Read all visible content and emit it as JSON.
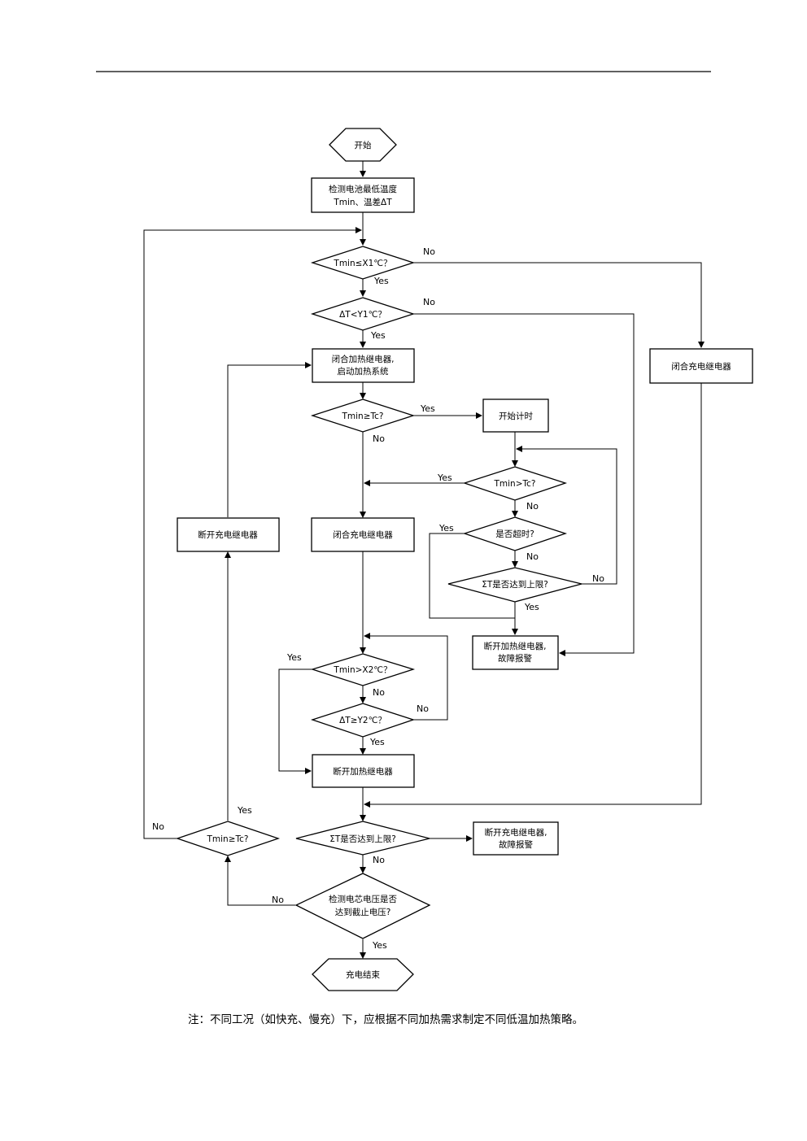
{
  "nodes": {
    "start": "开始",
    "detect": [
      "检测电池最低温度",
      "Tmin、温差ΔT"
    ],
    "q1": "Tmin≤X1℃？",
    "q2": "ΔT<Y1℃？",
    "closeHeat": [
      "闭合加热继电器,",
      "启动加热系统"
    ],
    "closeChargeRight": "闭合充电继电器",
    "q3": "Tmin≥Tc?",
    "timer": "开始计时",
    "q4": "Tmin>Tc?",
    "q5": "是否超时?",
    "q6": "ΣT是否达到上限?",
    "breakChargeLeft": "断开充电继电器",
    "closeChargeMid": "闭合充电继电器",
    "heatFault": [
      "断开加热继电器,",
      "故障报警"
    ],
    "q7": "Tmin>X2℃？",
    "q8": "ΔT≥Y2℃？",
    "breakHeat": "断开加热继电器",
    "q9": "ΣT是否达到上限?",
    "chargeFault": [
      "断开充电继电器,",
      "故障报警"
    ],
    "q10": "Tmin≥Tc?",
    "q11": [
      "检测电芯电压是否",
      "达到截止电压?"
    ],
    "end": "充电结束"
  },
  "labels": {
    "yes": "Yes",
    "no": "No"
  },
  "note": "注：不同工况（如快充、慢充）下，应根据不同加热需求制定不同低温加热策略。"
}
